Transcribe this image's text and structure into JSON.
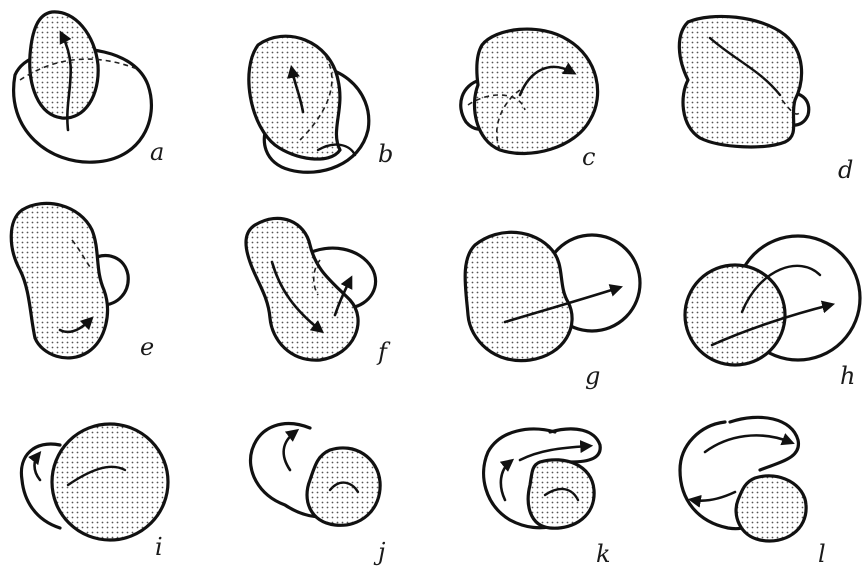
{
  "figure": {
    "panels": [
      {
        "id": "a",
        "label": "a"
      },
      {
        "id": "b",
        "label": "b"
      },
      {
        "id": "c",
        "label": "c"
      },
      {
        "id": "d",
        "label": "d"
      },
      {
        "id": "e",
        "label": "e"
      },
      {
        "id": "f",
        "label": "f"
      },
      {
        "id": "g",
        "label": "g"
      },
      {
        "id": "h",
        "label": "h"
      },
      {
        "id": "i",
        "label": "i"
      },
      {
        "id": "j",
        "label": "j"
      },
      {
        "id": "k",
        "label": "k"
      },
      {
        "id": "l",
        "label": "l"
      }
    ]
  }
}
